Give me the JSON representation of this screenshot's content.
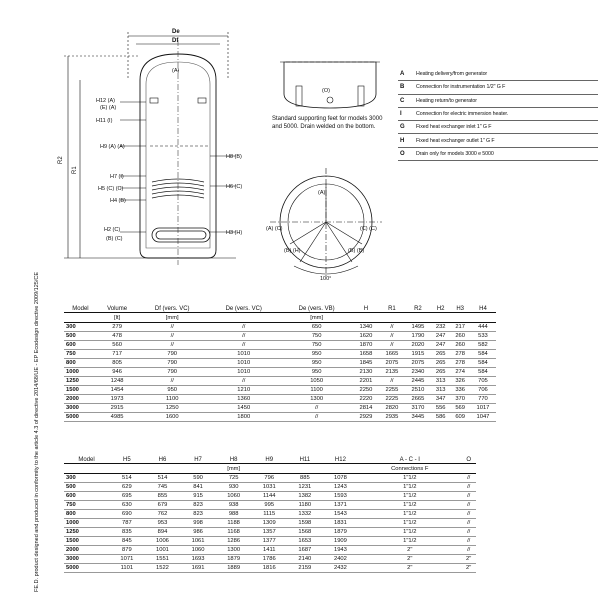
{
  "diagram": {
    "dims": {
      "De": "De",
      "Df": "Df",
      "R2": "R2",
      "R1": "R1"
    },
    "connections": {
      "A_top": "(A)",
      "H12": "H12 (A)",
      "H12b": "(E) (A)",
      "H11": "H11 (I)",
      "H9": "H9 (A) (A)",
      "H8": "H8 (B)",
      "H7": "H7 (I)",
      "H6": "H6 (C)",
      "H5": "H5 (C) (C)",
      "H4": "H4 (B)",
      "H2": "H2 (C)",
      "H2b": "(B) (C)",
      "H3": "H3 (H)"
    },
    "plan": {
      "A": "(A)",
      "CL": "(A) (C)",
      "CR": "(C) (C)",
      "BL": "(B) (H)",
      "BR": "(B) (B)",
      "angle": "100°"
    },
    "feet": {
      "O": "(O)"
    }
  },
  "feet_note": "Standard supporting feet for models 3000 and 5000. Drain welded on the bottom.",
  "legend": [
    {
      "key": "A",
      "desc": "Heating delivery/from generator"
    },
    {
      "key": "B",
      "desc": "Connection for instrumentation 1/2\" G F"
    },
    {
      "key": "C",
      "desc": "Heating return/to generator"
    },
    {
      "key": "I",
      "desc": "Connection for electric immersion heater."
    },
    {
      "key": "G",
      "desc": "Fixed heat exchanger inlet 1\" G F"
    },
    {
      "key": "H",
      "desc": "Fixed heat exchanger outlet 1\" G F"
    },
    {
      "key": "O",
      "desc": "Drain only for models 3000 e 5000"
    }
  ],
  "side_note": "FE.D. product designed and produced in conformity to the article 4.3 of directive 2014/68/UE - EP Ecodesign directive 2009/125/CE",
  "table1": {
    "headers": [
      "Model",
      "Volume",
      "Df (vers. VC)",
      "De (vers. VC)",
      "",
      "De (vers. VB)",
      "H",
      "R1",
      "R2",
      "H2",
      "H3",
      "H4"
    ],
    "units": [
      "",
      "[lt]",
      "[mm]",
      "",
      "",
      "[mm]",
      "",
      "",
      "",
      "",
      "",
      ""
    ],
    "rows": [
      [
        "300",
        "279",
        "//",
        "//",
        "",
        "650",
        "1340",
        "//",
        "1495",
        "232",
        "217",
        "444"
      ],
      [
        "500",
        "478",
        "//",
        "//",
        "",
        "750",
        "1620",
        "//",
        "1790",
        "247",
        "260",
        "533"
      ],
      [
        "600",
        "560",
        "//",
        "//",
        "",
        "750",
        "1870",
        "//",
        "2020",
        "247",
        "260",
        "582"
      ],
      [
        "750",
        "717",
        "790",
        "1010",
        "",
        "950",
        "1658",
        "1665",
        "1915",
        "265",
        "278",
        "584"
      ],
      [
        "800",
        "805",
        "790",
        "1010",
        "",
        "950",
        "1845",
        "2075",
        "2075",
        "265",
        "278",
        "584"
      ],
      [
        "1000",
        "946",
        "790",
        "1010",
        "",
        "950",
        "2130",
        "2135",
        "2340",
        "265",
        "274",
        "584"
      ],
      [
        "1250",
        "1248",
        "//",
        "//",
        "",
        "1050",
        "2201",
        "//",
        "2445",
        "313",
        "326",
        "705"
      ],
      [
        "1500",
        "1454",
        "950",
        "1210",
        "",
        "1100",
        "2250",
        "2255",
        "2510",
        "313",
        "336",
        "706"
      ],
      [
        "2000",
        "1973",
        "1100",
        "1360",
        "",
        "1300",
        "2220",
        "2225",
        "2665",
        "347",
        "370",
        "770"
      ],
      [
        "3000",
        "2915",
        "1250",
        "1450",
        "",
        "//",
        "2814",
        "2820",
        "3170",
        "556",
        "569",
        "1017"
      ],
      [
        "5000",
        "4985",
        "1600",
        "1800",
        "",
        "//",
        "2929",
        "2935",
        "3445",
        "586",
        "609",
        "1047"
      ]
    ]
  },
  "table2": {
    "headers": [
      "Model",
      "H5",
      "H6",
      "H7",
      "H8",
      "H9",
      "H11",
      "H12",
      "",
      "A - C - I",
      "O"
    ],
    "units": [
      "",
      "",
      "",
      "",
      "[mm]",
      "",
      "",
      "",
      "",
      "Connections F",
      ""
    ],
    "rows": [
      [
        "300",
        "514",
        "514",
        "590",
        "725",
        "796",
        "885",
        "1078",
        "",
        "1\"1/2",
        "//"
      ],
      [
        "500",
        "629",
        "745",
        "841",
        "930",
        "1031",
        "1231",
        "1243",
        "",
        "1\"1/2",
        "//"
      ],
      [
        "600",
        "695",
        "855",
        "915",
        "1060",
        "1144",
        "1382",
        "1593",
        "",
        "1\"1/2",
        "//"
      ],
      [
        "750",
        "630",
        "679",
        "823",
        "938",
        "995",
        "1180",
        "1371",
        "",
        "1\"1/2",
        "//"
      ],
      [
        "800",
        "690",
        "762",
        "823",
        "988",
        "1115",
        "1332",
        "1543",
        "",
        "1\"1/2",
        "//"
      ],
      [
        "1000",
        "787",
        "953",
        "998",
        "1188",
        "1309",
        "1598",
        "1831",
        "",
        "1\"1/2",
        "//"
      ],
      [
        "1250",
        "835",
        "894",
        "986",
        "1168",
        "1357",
        "1568",
        "1879",
        "",
        "1\"1/2",
        "//"
      ],
      [
        "1500",
        "845",
        "1006",
        "1061",
        "1286",
        "1377",
        "1653",
        "1909",
        "",
        "1\"1/2",
        "//"
      ],
      [
        "2000",
        "879",
        "1001",
        "1060",
        "1300",
        "1411",
        "1687",
        "1943",
        "",
        "2\"",
        "//"
      ],
      [
        "3000",
        "1071",
        "1551",
        "1693",
        "1879",
        "1786",
        "2140",
        "2402",
        "",
        "2\"",
        "2\""
      ],
      [
        "5000",
        "1101",
        "1522",
        "1691",
        "1889",
        "1816",
        "2159",
        "2432",
        "",
        "2\"",
        "2\""
      ]
    ]
  }
}
